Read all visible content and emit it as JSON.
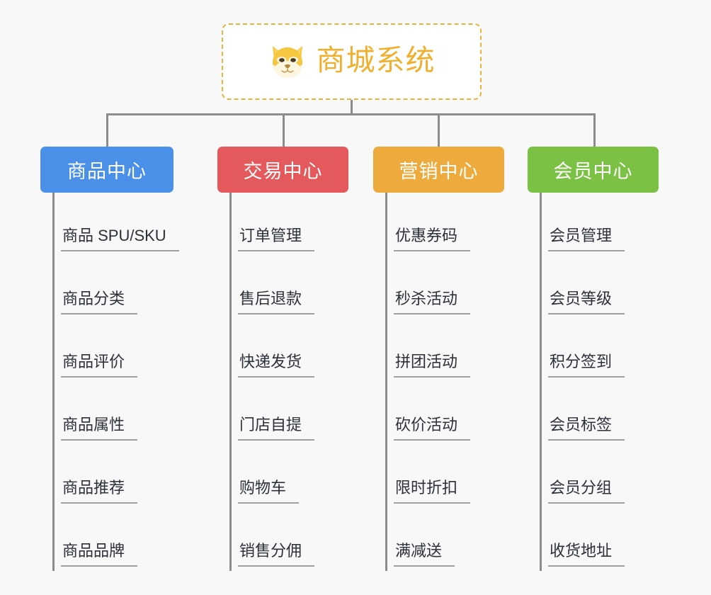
{
  "page": {
    "background_color": "#f8f8f8",
    "line_color": "#8c8c8c",
    "leaf_text_color": "#2c3038",
    "leaf_underline_color": "#a0a0a0"
  },
  "root": {
    "title": "商城系统",
    "icon": "shiba-dog-face-icon",
    "text_color": "#f0b02e",
    "border_color": "#e8b339",
    "background_color": "#ffffff"
  },
  "branches": [
    {
      "label": "商品中心",
      "color": "#4a90e8",
      "items": [
        {
          "label": "商品 SPU/SKU"
        },
        {
          "label": "商品分类"
        },
        {
          "label": "商品评价"
        },
        {
          "label": "商品属性"
        },
        {
          "label": "商品推荐"
        },
        {
          "label": "商品品牌"
        }
      ]
    },
    {
      "label": "交易中心",
      "color": "#e4595b",
      "items": [
        {
          "label": "订单管理"
        },
        {
          "label": "售后退款"
        },
        {
          "label": "快递发货"
        },
        {
          "label": "门店自提"
        },
        {
          "label": "购物车"
        },
        {
          "label": "销售分佣"
        }
      ]
    },
    {
      "label": "营销中心",
      "color": "#eeab3d",
      "items": [
        {
          "label": "优惠券码"
        },
        {
          "label": "秒杀活动"
        },
        {
          "label": "拼团活动"
        },
        {
          "label": "砍价活动"
        },
        {
          "label": "限时折扣"
        },
        {
          "label": "满减送"
        }
      ]
    },
    {
      "label": "会员中心",
      "color": "#7bc143",
      "items": [
        {
          "label": "会员管理"
        },
        {
          "label": "会员等级"
        },
        {
          "label": "积分签到"
        },
        {
          "label": "会员标签"
        },
        {
          "label": "会员分组"
        },
        {
          "label": "收货地址"
        }
      ]
    }
  ]
}
